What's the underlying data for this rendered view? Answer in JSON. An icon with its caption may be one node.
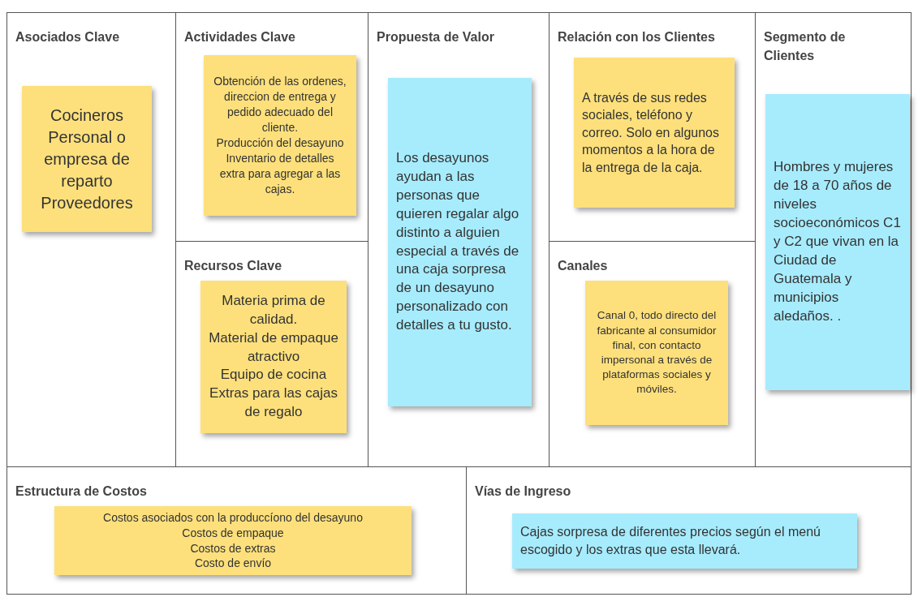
{
  "diagram": {
    "nodes": [
      {
        "text": [
          "Asociados Clave"
        ]
      },
      {
        "text": [
          "Cocineros",
          "Personal o empresa de reparto",
          "Proveedores"
        ],
        "in": 0
      },
      {
        "text": [
          "Actividades Clave"
        ]
      },
      {
        "text": [
          "Obtención de las ordenes, direccion de entrega y pedido adecuado del cliente.",
          "Producción del desayuno",
          "Inventario de detalles extra para agregar a las cajas."
        ],
        "in": 2
      },
      {
        "text": [
          "Recursos Clave"
        ]
      },
      {
        "text": [
          "Materia prima de calidad.",
          "Material de empaque atractivo",
          "Equipo de cocina",
          "Extras para las cajas de regalo"
        ],
        "in": 4
      },
      {
        "text": [
          "Propuesta de Valor"
        ]
      },
      {
        "text": [
          "Los desayunos ayudan a las personas que quieren regalar algo distinto a alguien especial a través de una caja sorpresa de un desayuno personalizado con detalles a tu gusto."
        ],
        "in": 6
      },
      {
        "text": [
          "Relación con los Clientes"
        ]
      },
      {
        "text": [
          "A través de sus redes sociales, teléfono y correo. Solo en algunos momentos a la hora de la entrega de la caja."
        ],
        "in": 8
      },
      {
        "text": [
          "Canales"
        ]
      },
      {
        "text": [
          "Canal 0, todo directo del fabricante al consumidor final, con contacto impersonal a través de plataformas sociales y móviles."
        ],
        "in": 10
      },
      {
        "text": [
          "Segmento de Clientes"
        ]
      },
      {
        "text": [
          "Hombres y mujeres de 18 a 70 años de niveles socioeconómicos C1 y C2 que vivan en la Ciudad de Guatemala y municipios aledaños. ."
        ],
        "in": 12
      },
      {
        "text": [
          "Estructura de Costos"
        ]
      },
      {
        "text": [
          "Costos asociados con la produccíono del desayuno",
          "Costos de empaque",
          "Costos de extras",
          "Costo de envío"
        ],
        "in": 14
      },
      {
        "text": [
          "Vías de Ingreso"
        ]
      },
      {
        "text": [
          "Cajas sorpresa de diferentes precios según el menú escogido y los extras que esta llevará."
        ],
        "in": 16
      }
    ],
    "edges": []
  }
}
